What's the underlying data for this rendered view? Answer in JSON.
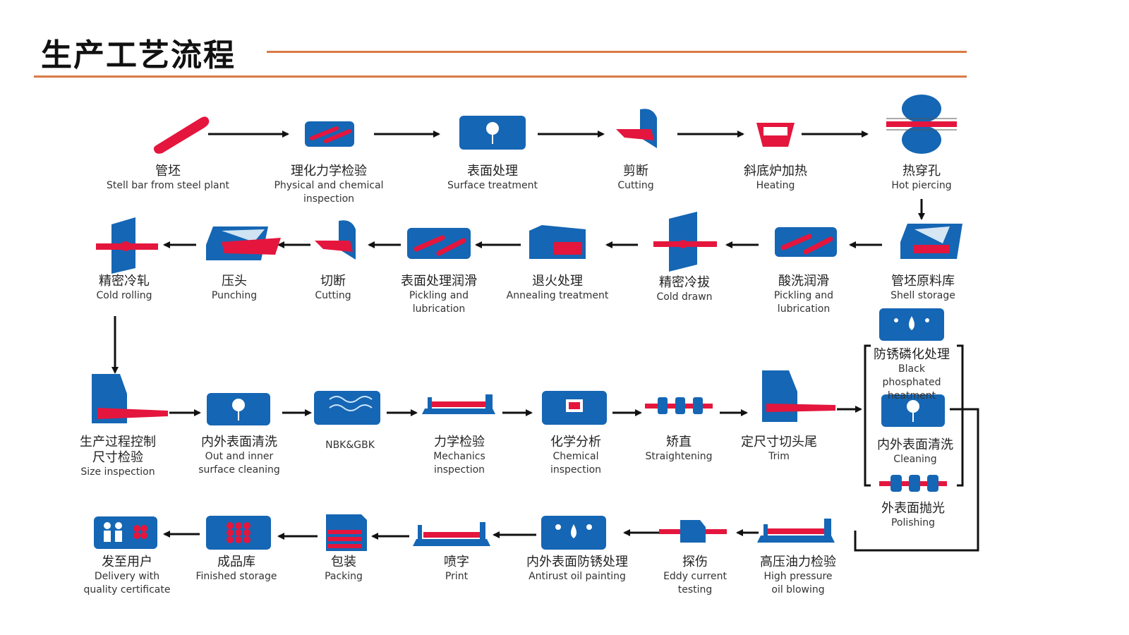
{
  "title": "生产工艺流程",
  "colors": {
    "accent_line": "#d97a44",
    "icon_blue": "#1566b4",
    "icon_red": "#e4163d",
    "arrow": "#111111"
  },
  "steps": [
    {
      "id": "s1",
      "zh": "管坯",
      "en": "Stell bar from steel plant",
      "icon": "steel-bar-icon"
    },
    {
      "id": "s2",
      "zh": "理化力学检验",
      "en": "Physical and chemical\ninspection",
      "icon": "inspection-tray-icon"
    },
    {
      "id": "s3",
      "zh": "表面处理",
      "en": "Surface treatment",
      "icon": "surface-treatment-icon"
    },
    {
      "id": "s4",
      "zh": "剪断",
      "en": "Cutting",
      "icon": "cutting-icon"
    },
    {
      "id": "s5",
      "zh": "斜底炉加热",
      "en": "Heating",
      "icon": "furnace-icon"
    },
    {
      "id": "s6",
      "zh": "热穿孔",
      "en": "Hot piercing",
      "icon": "piercing-rolls-icon"
    },
    {
      "id": "s7",
      "zh": "管坯原料库",
      "en": "Shell storage",
      "icon": "shell-storage-icon"
    },
    {
      "id": "s8",
      "zh": "酸洗润滑",
      "en": "Pickling and\nlubrication",
      "icon": "pickling-tray-icon"
    },
    {
      "id": "s9",
      "zh": "精密冷拔",
      "en": "Cold drawn",
      "icon": "cold-drawn-icon"
    },
    {
      "id": "s10",
      "zh": "退火处理",
      "en": "Annealing treatment",
      "icon": "annealing-furnace-icon"
    },
    {
      "id": "s11",
      "zh": "表面处理润滑",
      "en": "Pickling and\nlubrication",
      "icon": "lubrication-tray-icon"
    },
    {
      "id": "s12",
      "zh": "切断",
      "en": "Cutting",
      "icon": "cutting-icon"
    },
    {
      "id": "s13",
      "zh": "压头",
      "en": "Punching",
      "icon": "punching-icon"
    },
    {
      "id": "s14",
      "zh": "精密冷轧",
      "en": "Cold rolling",
      "icon": "cold-rolling-icon"
    },
    {
      "id": "s15",
      "zh": "生产过程控制\n尺寸检验",
      "en": "Size inspection",
      "icon": "size-inspection-icon"
    },
    {
      "id": "s16",
      "zh": "内外表面清洗",
      "en": "Out and inner\nsurface cleaning",
      "icon": "cleaning-icon"
    },
    {
      "id": "s17",
      "zh": "",
      "en": "NBK&GBK",
      "icon": "nbk-gbk-icon"
    },
    {
      "id": "s18",
      "zh": "力学检验",
      "en": "Mechanics\ninspection",
      "icon": "mechanics-bench-icon"
    },
    {
      "id": "s19",
      "zh": "化学分析",
      "en": "Chemical\ninspection",
      "icon": "chemical-monitor-icon"
    },
    {
      "id": "s20",
      "zh": "矫直",
      "en": "Straightening",
      "icon": "straightening-icon"
    },
    {
      "id": "s21",
      "zh": "定尺寸切头尾",
      "en": "Trim",
      "icon": "trim-icon"
    },
    {
      "id": "s22",
      "zh": "防锈磷化处理",
      "en": "Black\nphosphated\nheatment",
      "icon": "phosphating-drops-icon"
    },
    {
      "id": "s23",
      "zh": "内外表面清洗",
      "en": "Cleaning",
      "icon": "cleaning-icon"
    },
    {
      "id": "s24",
      "zh": "外表面抛光",
      "en": "Polishing",
      "icon": "polishing-rollers-icon"
    },
    {
      "id": "s25",
      "zh": "高压油力检验",
      "en": "High pressure\noil blowing",
      "icon": "pressure-bench-icon"
    },
    {
      "id": "s26",
      "zh": "探伤",
      "en": "Eddy current\ntesting",
      "icon": "eddy-current-icon"
    },
    {
      "id": "s27",
      "zh": "内外表面防锈处理",
      "en": "Antirust oil painting",
      "icon": "antirust-drops-icon"
    },
    {
      "id": "s28",
      "zh": "喷字",
      "en": "Print",
      "icon": "print-bench-icon"
    },
    {
      "id": "s29",
      "zh": "包装",
      "en": "Packing",
      "icon": "packing-icon"
    },
    {
      "id": "s30",
      "zh": "成品库",
      "en": "Finished storage",
      "icon": "finished-storage-icon"
    },
    {
      "id": "s31",
      "zh": "发至用户",
      "en": "Delivery with\nquality certificate",
      "icon": "delivery-icon"
    }
  ]
}
